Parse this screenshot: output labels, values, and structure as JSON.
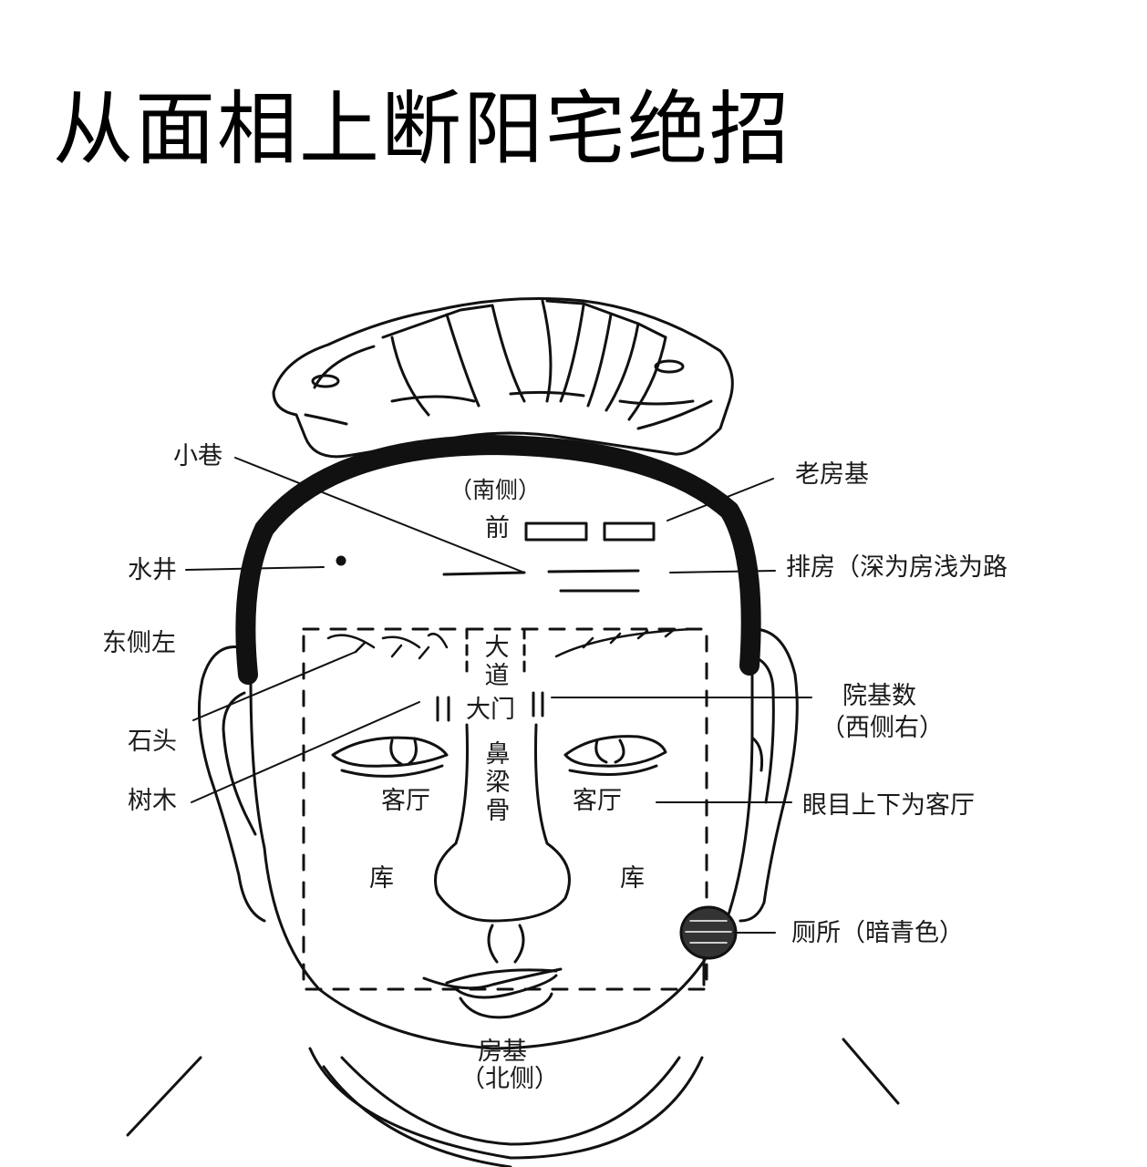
{
  "title": "从面相上断阳宅绝招",
  "diagram": {
    "labels": {
      "xiao_xiang": "小巷",
      "nan_ce": "（南侧）",
      "qian": "前",
      "lao_fang_ji": "老房基",
      "shui_jing": "水井",
      "pai_fang": "排房（深为房浅为路",
      "dong_ce_zuo": "东侧左",
      "da_dao": "大道",
      "da_men": "大门",
      "yuan_ji_shu": "院基数",
      "xi_ce_you": "（西侧右）",
      "shi_tou": "石头",
      "shu_mu": "树木",
      "bi_liang_gu": "鼻梁骨",
      "ke_ting_left": "客厅",
      "ke_ting_right": "客厅",
      "yan_mu": "眼目上下为客厅",
      "ku_left": "库",
      "ku_right": "库",
      "ce_suo": "厕所（暗青色）",
      "fang_ji": "房基",
      "bei_ce": "（北侧）"
    },
    "colors": {
      "ink": "#111111",
      "background": "#ffffff"
    }
  }
}
